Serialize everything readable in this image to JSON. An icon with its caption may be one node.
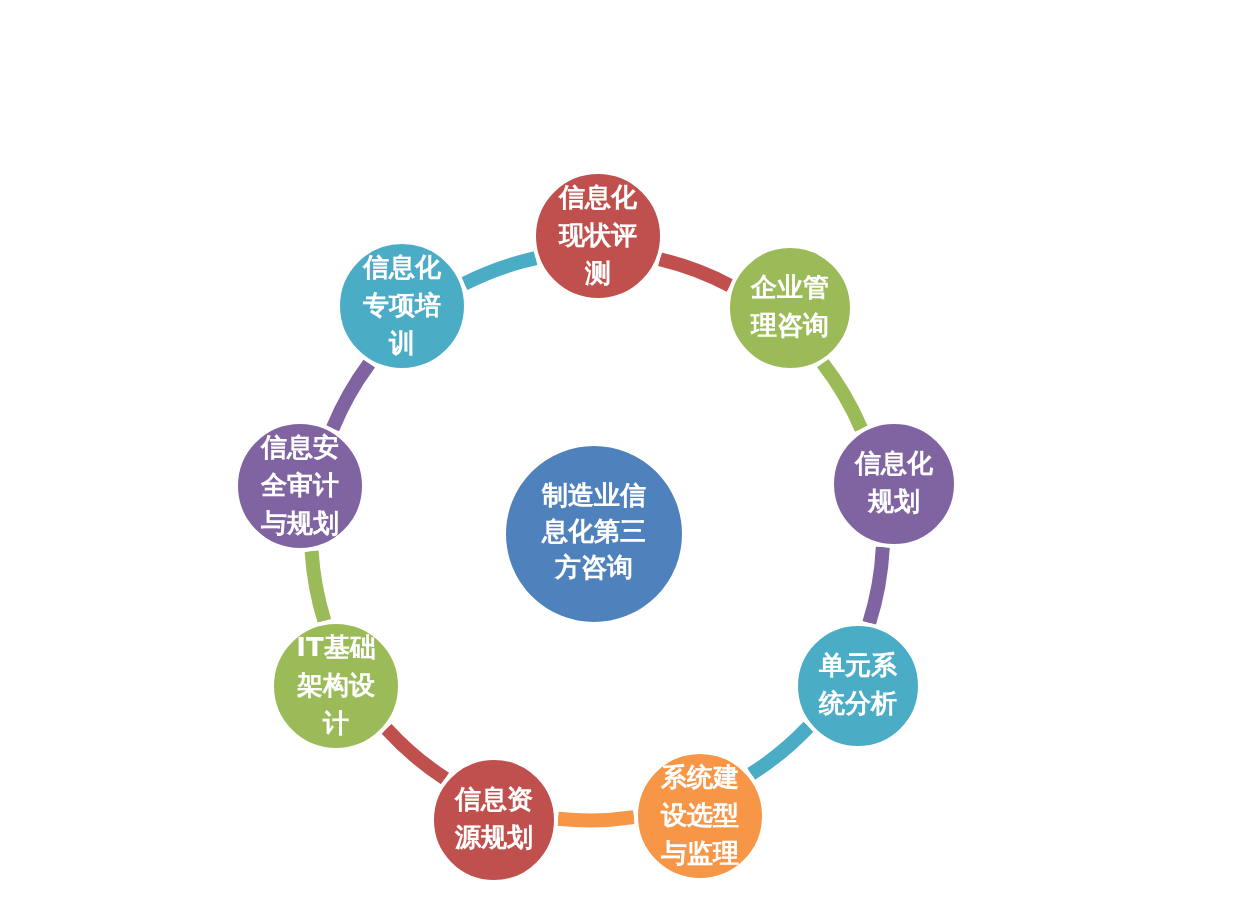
{
  "diagram": {
    "nodes": [
      {
        "text": [
          "制造业信息化第三方咨询"
        ]
      },
      {
        "text": [
          "信息化现状评测"
        ]
      },
      {
        "text": [
          "企业管理咨询"
        ]
      },
      {
        "text": [
          "信息化规划"
        ]
      },
      {
        "text": [
          "单元系统分析"
        ]
      },
      {
        "text": [
          "系统建设选型与监理"
        ]
      },
      {
        "text": [
          "信息资源规划"
        ]
      },
      {
        "text": [
          "IT基础架构设计"
        ]
      },
      {
        "text": [
          "信息安全审计与规划"
        ]
      },
      {
        "text": [
          "信息化专项培训"
        ]
      }
    ],
    "edges": [
      {
        "from": 1,
        "to": 2,
        "arrow": "none",
        "color": "#c0504d"
      },
      {
        "from": 2,
        "to": 3,
        "arrow": "none",
        "color": "#9bbb59"
      },
      {
        "from": 3,
        "to": 4,
        "arrow": "none",
        "color": "#8064a2"
      },
      {
        "from": 4,
        "to": 5,
        "arrow": "none",
        "color": "#4bacc6"
      },
      {
        "from": 5,
        "to": 6,
        "arrow": "none",
        "color": "#f79646"
      },
      {
        "from": 6,
        "to": 7,
        "arrow": "none",
        "color": "#c0504d"
      },
      {
        "from": 7,
        "to": 8,
        "arrow": "none",
        "color": "#9bbb59"
      },
      {
        "from": 8,
        "to": 9,
        "arrow": "none",
        "color": "#8064a2"
      },
      {
        "from": 9,
        "to": 1,
        "arrow": "none",
        "color": "#4bacc6"
      }
    ]
  }
}
